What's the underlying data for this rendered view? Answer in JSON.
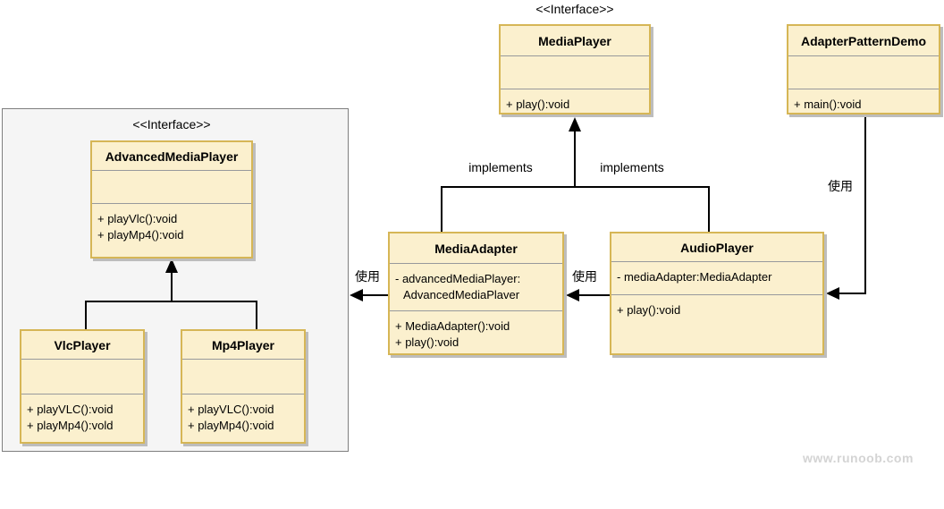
{
  "colors": {
    "class_fill": "#FBF0CE",
    "class_border": "#D6B656",
    "section_divider": "#97999C",
    "box_shadow": "#BDBDBD",
    "package_fill": "#F5F5F5",
    "package_border": "#7F7F7F",
    "connector": "#000000",
    "watermark_color": "#D4D4D4",
    "text": "#000000"
  },
  "stereotypes": {
    "media_player": "<<Interface>>",
    "advanced_media_player": "<<Interface>>"
  },
  "classes": {
    "media_player": {
      "name": "MediaPlayer",
      "methods": [
        "+ play():void"
      ]
    },
    "adapter_pattern_demo": {
      "name": "AdapterPatternDemo",
      "methods": [
        "+ main():void"
      ]
    },
    "advanced_media_player": {
      "name": "AdvancedMediaPlayer",
      "methods": [
        "+ playVlc():void",
        "+ playMp4():void"
      ]
    },
    "vlc_player": {
      "name": "VlcPlayer",
      "methods": [
        "+ playVLC():void",
        "+ playMp4():vold"
      ]
    },
    "mp4_player": {
      "name": "Mp4Player",
      "methods": [
        "+ playVLC():void",
        "+ playMp4():void"
      ]
    },
    "media_adapter": {
      "name": "MediaAdapter",
      "attributes": [
        "- advancedMediaPlayer:",
        "AdvancedMediaPlaver"
      ],
      "methods": [
        "+ MediaAdapter():void",
        "+ play():void"
      ]
    },
    "audio_player": {
      "name": "AudioPlayer",
      "attributes": [
        "- mediaAdapter:MediaAdapter"
      ],
      "methods": [
        "+ play():void"
      ]
    }
  },
  "labels": {
    "implements_left": "implements",
    "implements_right": "implements",
    "use_left": "使用",
    "use_middle": "使用",
    "use_right": "使用"
  },
  "watermark": "www.runoob.com"
}
